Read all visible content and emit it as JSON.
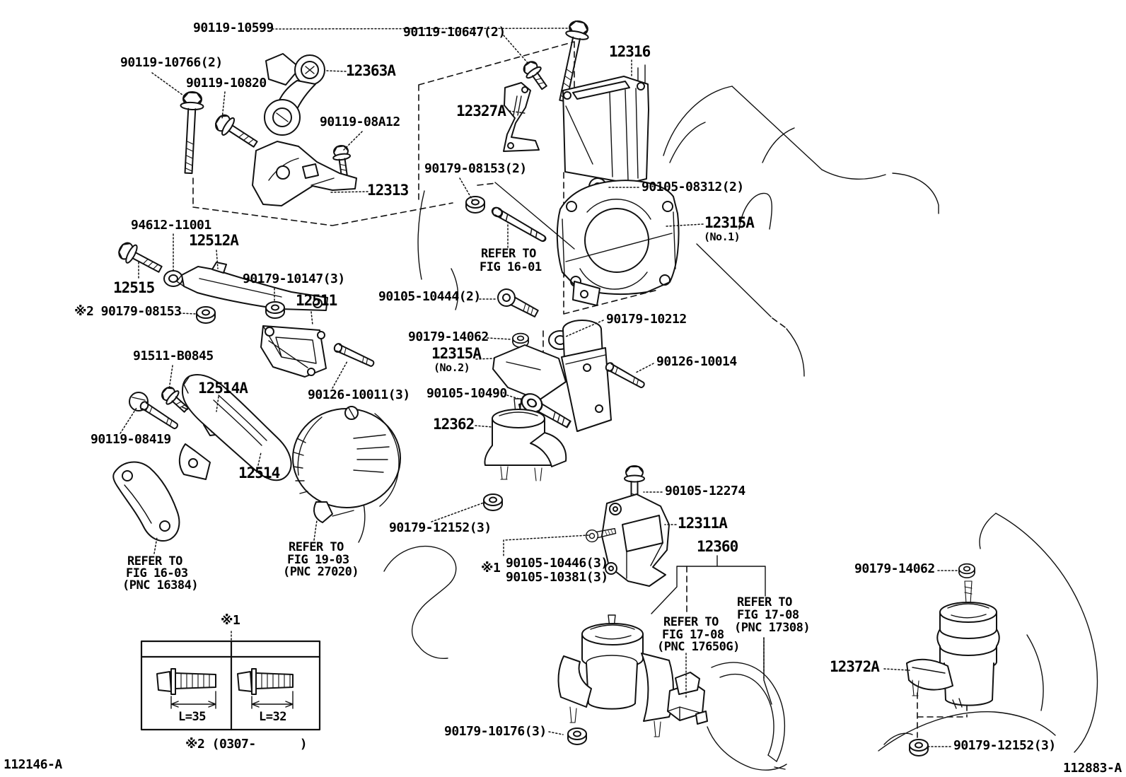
{
  "footer": {
    "left": "112146-A",
    "right": "112883-A"
  },
  "labels": {
    "b10599": "90119-10599",
    "b10766": "90119-10766(2)",
    "b10820": "90119-10820",
    "p12363A": "12363A",
    "b08A12": "90119-08A12",
    "p12313": "12313",
    "b10647": "90119-10647(2)",
    "p12316": "12316",
    "p12327A": "12327A",
    "b08153_2": "90179-08153(2)",
    "b08312": "90105-08312(2)",
    "p12315A_1": "12315A",
    "p12315A_1_sub": "(No.1)",
    "b10444": "90105-10444(2)",
    "b10212": "90179-10212",
    "w94612": "94612-11001",
    "p12512A": "12512A",
    "p12515": "12515",
    "n08153_star": "※2 90179-08153",
    "b10147": "90179-10147(3)",
    "p12511": "12511",
    "b91511": "91511-B0845",
    "p12514A": "12514A",
    "b08419": "90119-08419",
    "p12514": "12514",
    "b10011": "90126-10011(3)",
    "n14062_l": "90179-14062",
    "p12315A_2": "12315A",
    "p12315A_2_sub": "(No.2)",
    "b10014": "90126-10014",
    "b10490": "90105-10490",
    "p12362": "12362",
    "n12152_m": "90179-12152(3)",
    "b12274": "90105-12274",
    "p12311A": "12311A",
    "p12360": "12360",
    "star1": "※1",
    "b10446": "90105-10446(3)",
    "b10381": "90105-10381(3)",
    "n14062_r": "90179-14062",
    "p12372A": "12372A",
    "n10176": "90179-10176(3)",
    "n12152_br": "90179-12152(3)"
  },
  "refs": {
    "fig1601": [
      "REFER TO",
      "FIG 16-01"
    ],
    "fig1603": [
      "REFER TO",
      "FIG 16-03",
      "(PNC 16384)"
    ],
    "fig1903": [
      "REFER TO",
      "FIG 19-03",
      "(PNC 27020)"
    ],
    "fig1708a": [
      "REFER TO",
      "FIG 17-08",
      "(PNC 17650G)"
    ],
    "fig1708b": [
      "REFER TO",
      "FIG 17-08",
      "(PNC 17308)"
    ]
  },
  "table": {
    "marker": "※1",
    "dims": [
      "L=35",
      "L=32"
    ],
    "note": "※2 (0307-      )"
  },
  "colors": {
    "line": "#111111",
    "background": "#ffffff"
  }
}
